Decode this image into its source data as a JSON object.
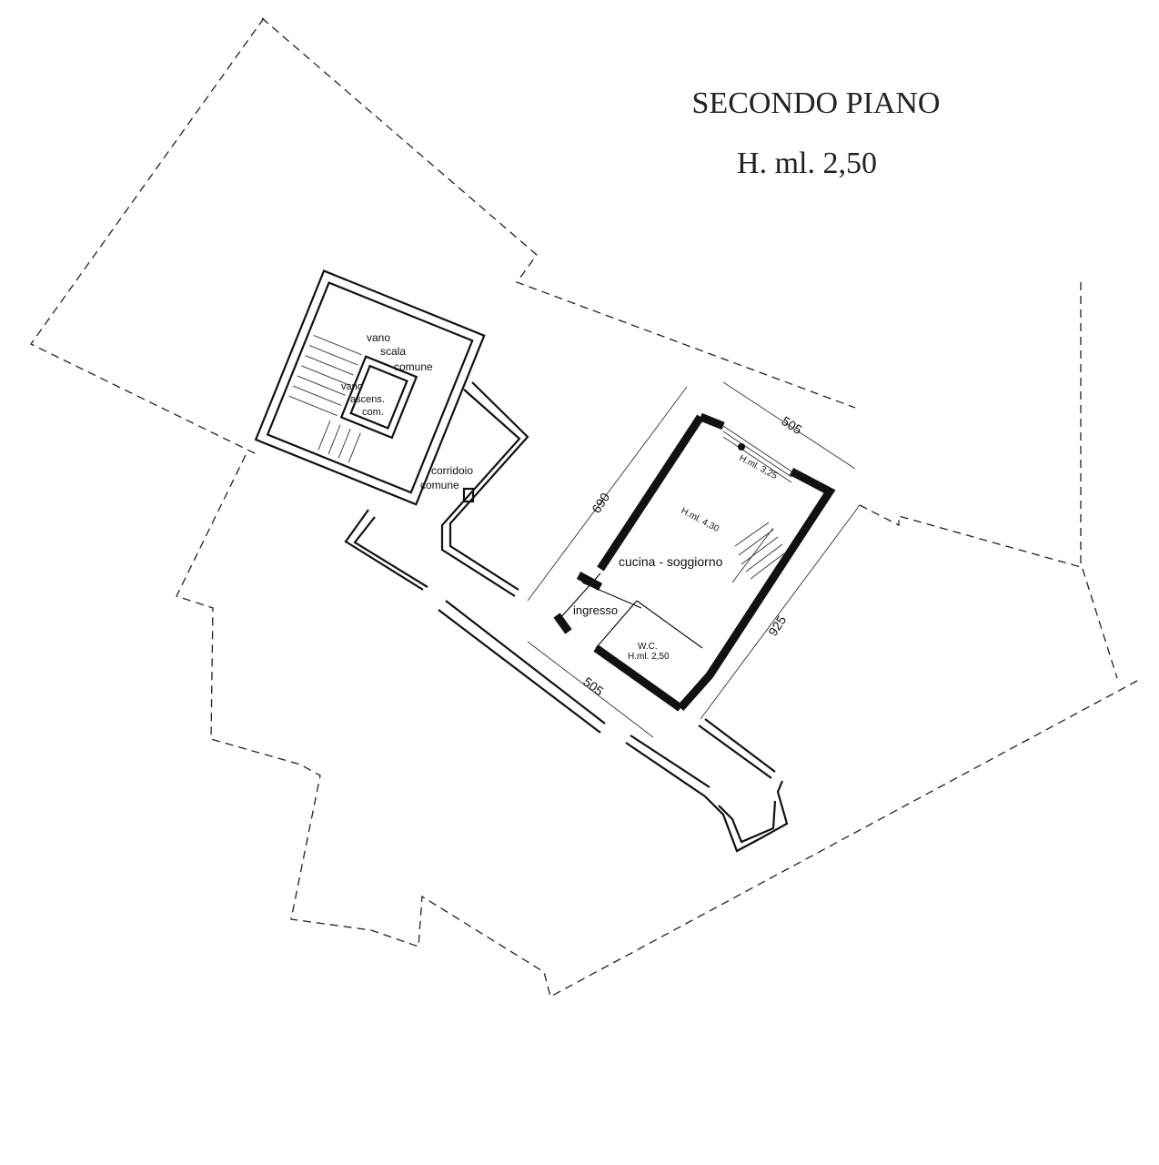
{
  "title": "SECONDO PIANO",
  "height_note": "H. ml. 2,50",
  "rooms": {
    "stair": [
      "vano",
      "scala",
      "comune"
    ],
    "lift": [
      "vano",
      "ascens.",
      "com."
    ],
    "corridor": [
      "corridoio",
      "comune"
    ],
    "kitchen": "cucina - soggiorno",
    "entrance": "ingresso",
    "wc": "W.C."
  },
  "heights": {
    "window": "H.ml. 3,25",
    "main": "H.ml. 4,30",
    "wc": "H.ml. 2,50"
  },
  "dimensions": {
    "top": "505",
    "left": "690",
    "right": "925",
    "bottom": "505"
  }
}
